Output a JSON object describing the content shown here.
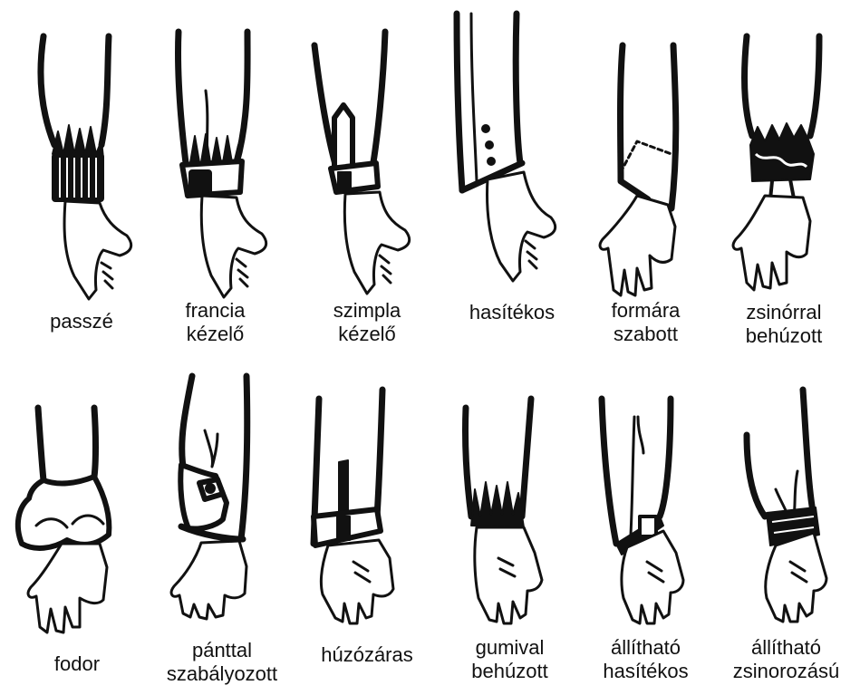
{
  "rows": [
    {
      "items": [
        {
          "id": "passze",
          "lines": [
            "passzé"
          ]
        },
        {
          "id": "francia",
          "lines": [
            "francia",
            "kézelő"
          ]
        },
        {
          "id": "szimpla",
          "lines": [
            "szimpla",
            "kézelő"
          ]
        },
        {
          "id": "hasitekos",
          "lines": [
            "hasítékos"
          ]
        },
        {
          "id": "formara",
          "lines": [
            "formára",
            "szabott"
          ]
        },
        {
          "id": "zsinorral",
          "lines": [
            "zsinórral",
            "behúzott"
          ]
        }
      ]
    },
    {
      "items": [
        {
          "id": "fodor",
          "lines": [
            "fodor"
          ]
        },
        {
          "id": "panttal",
          "lines": [
            "pánttal",
            "szabályozott"
          ]
        },
        {
          "id": "huzozaras",
          "lines": [
            "húzózáras"
          ]
        },
        {
          "id": "gumival",
          "lines": [
            "gumival",
            "behúzott"
          ]
        },
        {
          "id": "allithato-hasitekos",
          "lines": [
            "állítható",
            "hasítékos"
          ]
        },
        {
          "id": "allithato-zsinorozasu",
          "lines": [
            "állítható",
            "zsinorozású"
          ]
        }
      ]
    }
  ]
}
